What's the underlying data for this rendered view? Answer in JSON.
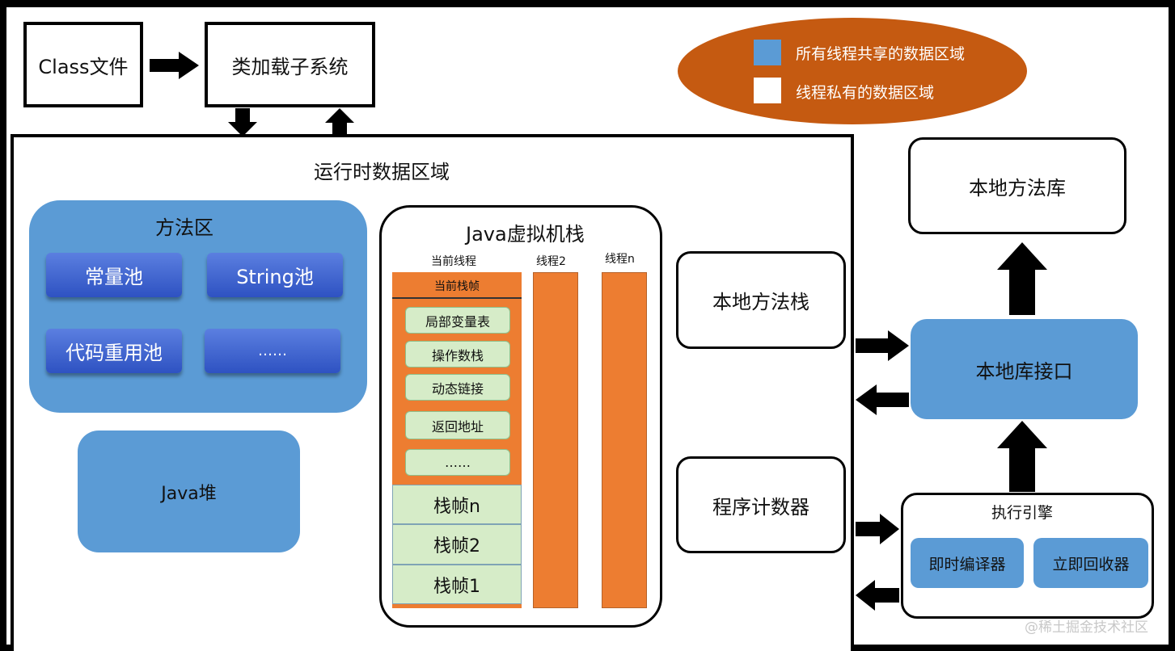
{
  "top": {
    "class_file": "Class文件",
    "class_loader": "类加载子系统"
  },
  "legend": {
    "shared_label": "所有线程共享的数据区域",
    "private_label": "线程私有的数据区域",
    "shared_color": "#5b9bd5",
    "private_color": "#ffffff",
    "ellipse_color": "#c55a11"
  },
  "runtime": {
    "title": "运行时数据区域",
    "method_area": {
      "title": "方法区",
      "items": [
        "常量池",
        "String池",
        "代码重用池",
        "……"
      ]
    },
    "heap": "Java堆",
    "vm_stack": {
      "title": "Java虚拟机栈",
      "thread_labels": [
        "当前线程",
        "线程2",
        "线程n"
      ],
      "current_frame": "当前栈帧",
      "frame_parts": [
        "局部变量表",
        "操作数栈",
        "动态链接",
        "返回地址",
        "……"
      ],
      "frames": [
        "栈帧n",
        "栈帧2",
        "栈帧1"
      ]
    },
    "native_stack": "本地方法栈",
    "pc": "程序计数器"
  },
  "right": {
    "native_lib": "本地方法库",
    "native_interface": "本地库接口",
    "engine": {
      "title": "执行引擎",
      "jit": "即时编译器",
      "gc": "立即回收器"
    }
  },
  "watermark": "@稀土掘金技术社区"
}
